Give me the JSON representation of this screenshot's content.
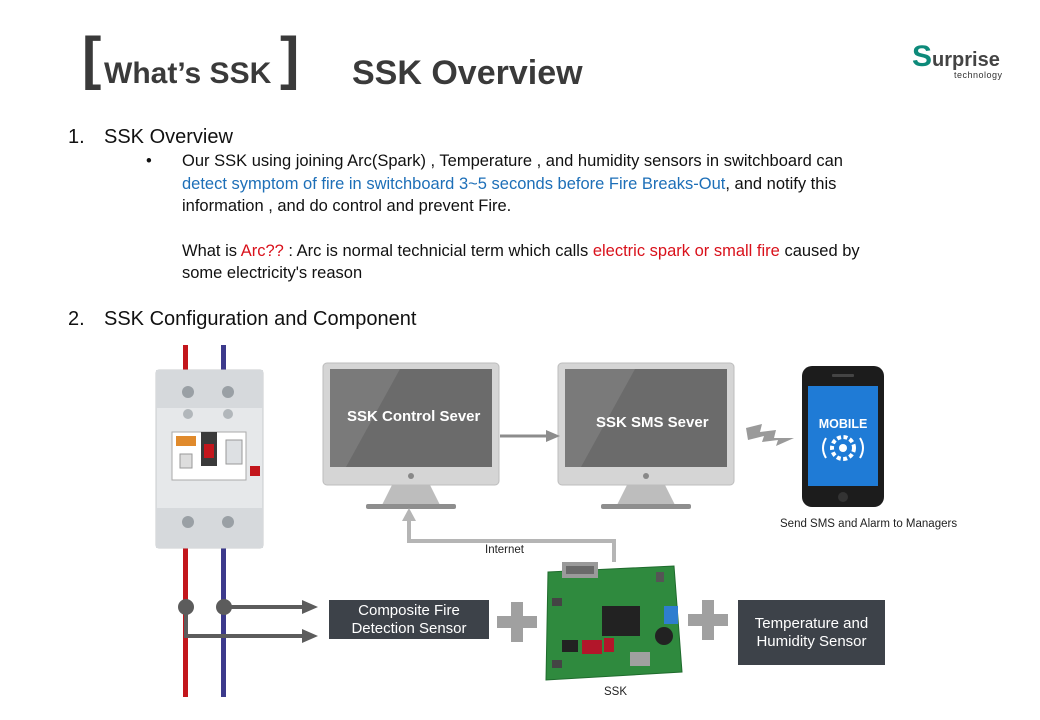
{
  "header": {
    "bracket_open": "[",
    "bracket_close": "]",
    "section_title": "What’s SSK",
    "page_title": "SSK Overview",
    "logo": {
      "initial": "S",
      "rest": "urprise",
      "sub": "technology",
      "accent": "#0d8a7a"
    }
  },
  "section1": {
    "number": "1.",
    "title": "SSK Overview",
    "bullet": "•",
    "p1_a": "Our SSK using joining Arc(Spark) , Temperature , and humidity sensors in switchboard can",
    "p1_b_blue": "detect symptom of fire in switchboard  3~5 seconds before Fire Breaks-Out",
    "p1_b_rest": ", and notify this",
    "p1_c": "information , and do control and prevent Fire.",
    "p2_a": "What is ",
    "p2_a_red": "Arc??",
    "p2_a_rest": " : Arc is normal technicial term which calls ",
    "p2_a_red2": "electric spark or small fire",
    "p2_a_end": " caused by",
    "p2_b": "some electricity's reason"
  },
  "section2": {
    "number": "2.",
    "title": "SSK Configuration and Component"
  },
  "diagram": {
    "control_server": "SSK Control Sever",
    "sms_server": "SSK SMS Sever",
    "mobile_label": "MOBILE",
    "send_sms": "Send SMS and Alarm to Managers",
    "internet": "Internet",
    "composite_sensor_line1": "Composite  Fire",
    "composite_sensor_line2": "Detection Sensor",
    "temp_sensor_line1": "Temperature and",
    "temp_sensor_line2": "Humidity Sensor",
    "ssk_label": "SSK",
    "colors": {
      "red_wire": "#c3161c",
      "blue_wire": "#3c3a8c",
      "arrow": "#5a5a5a",
      "box": "#3d4249",
      "plus": "#9a9a9a"
    }
  }
}
